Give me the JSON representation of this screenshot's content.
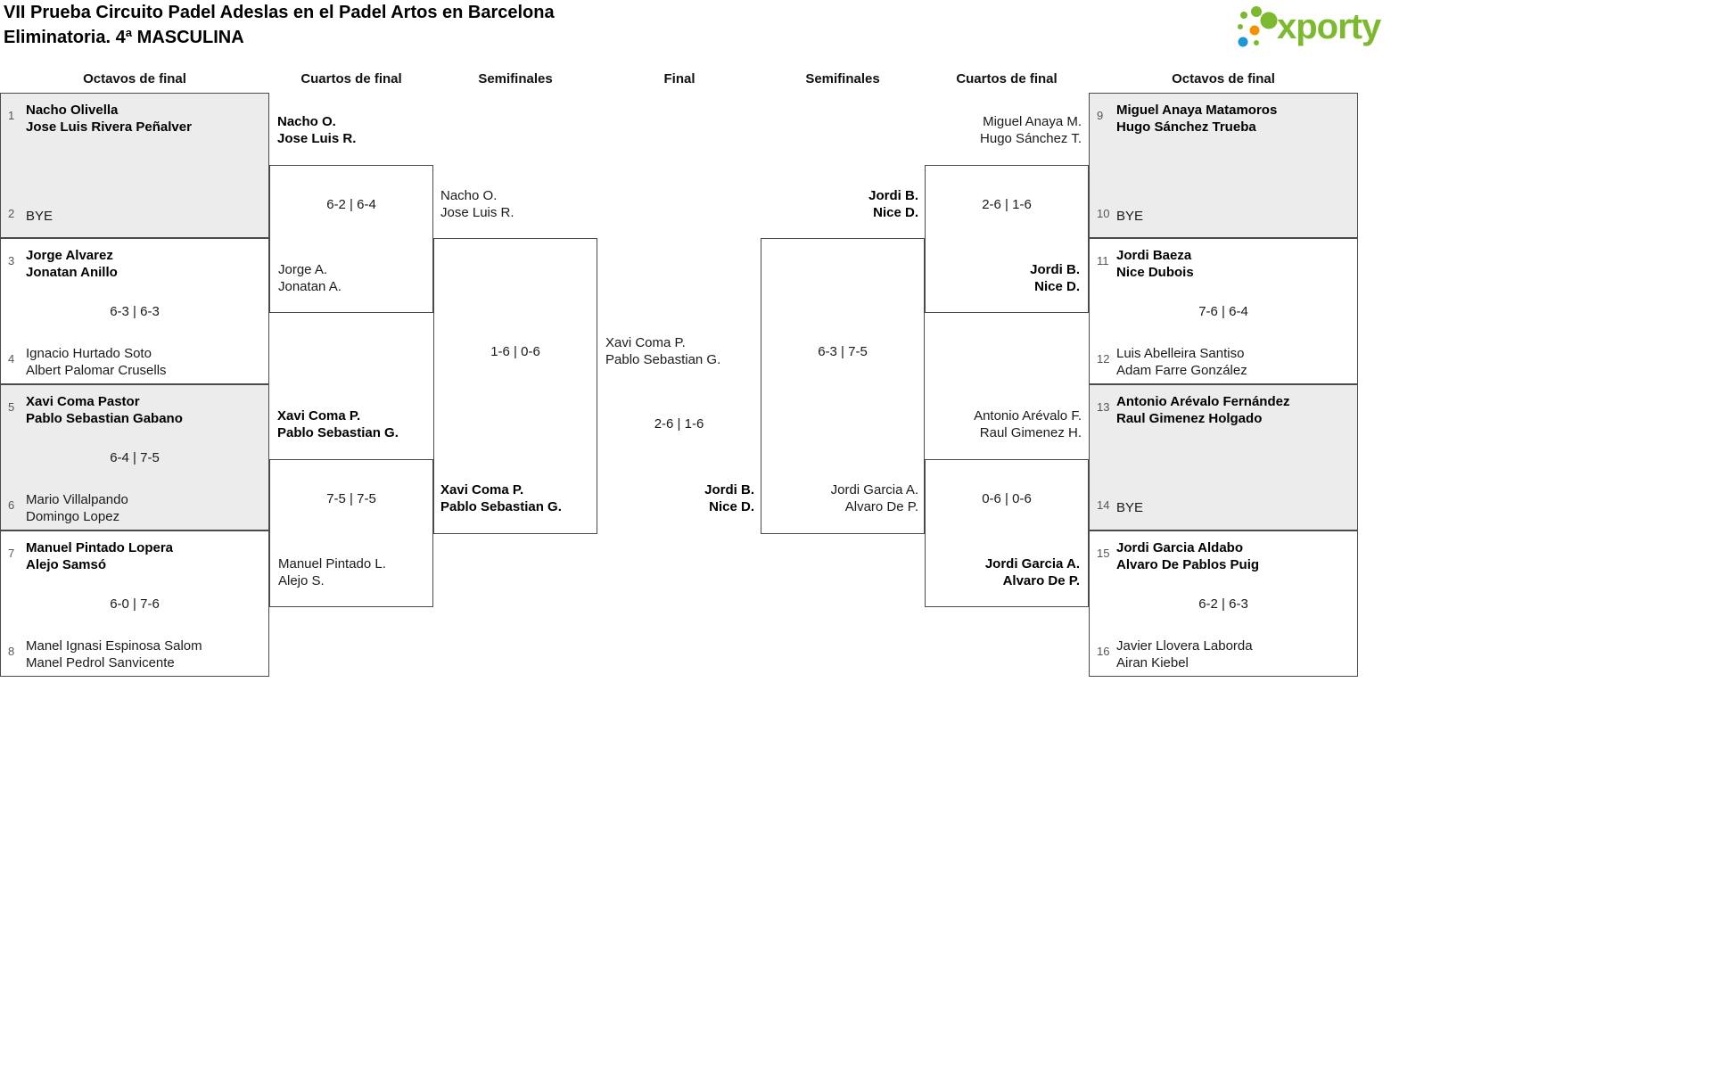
{
  "colors": {
    "accent_green": "#7cb92e",
    "accent_orange": "#f39200",
    "accent_blue": "#2196d4",
    "box_border": "#4a4a4a",
    "box_shade": "#ececec",
    "seed_gray": "#555555"
  },
  "header": {
    "title_line1": "VII Prueba Circuito Padel Adeslas en el Padel Artos en Barcelona",
    "title_line2": "Eliminatoria. 4ª MASCULINA",
    "logo_text": "xporty"
  },
  "rounds": {
    "left_r16": "Octavos de final",
    "left_qf": "Cuartos de final",
    "left_sf": "Semifinales",
    "final": "Final",
    "right_sf": "Semifinales",
    "right_qf": "Cuartos de final",
    "right_r16": "Octavos de final"
  },
  "r16_left": [
    {
      "seed_top": "1",
      "team_top": "Nacho Olivella\nJose Luis Rivera Peñalver",
      "score": "",
      "seed_bottom": "2",
      "team_bottom": "BYE"
    },
    {
      "seed_top": "3",
      "team_top": "Jorge Alvarez\nJonatan Anillo",
      "score": "6-3 | 6-3",
      "seed_bottom": "4",
      "team_bottom": "Ignacio Hurtado Soto\nAlbert Palomar Crusells"
    },
    {
      "seed_top": "5",
      "team_top": "Xavi Coma Pastor\nPablo Sebastian Gabano",
      "score": "6-4 | 7-5",
      "seed_bottom": "6",
      "team_bottom": "Mario Villalpando\nDomingo Lopez"
    },
    {
      "seed_top": "7",
      "team_top": "Manuel Pintado Lopera\nAlejo Samsó",
      "score": "6-0 | 7-6",
      "seed_bottom": "8",
      "team_bottom": "Manel Ignasi Espinosa Salom\nManel Pedrol Sanvicente"
    }
  ],
  "qf_left": [
    {
      "winner_top": "Nacho O.\nJose Luis R.",
      "score": "6-2 | 6-4",
      "loser_bottom": "Jorge A.\nJonatan A."
    },
    {
      "winner_top": "Xavi Coma P.\nPablo Sebastian G.",
      "score": "7-5 | 7-5",
      "loser_bottom": "Manuel Pintado L.\nAlejo S."
    }
  ],
  "sf_left": {
    "team_top": "Nacho O.\nJose Luis R.",
    "score": "1-6 | 0-6",
    "team_bottom": "Xavi Coma P.\nPablo Sebastian G."
  },
  "final": {
    "team_left": "Xavi Coma P.\nPablo Sebastian G.",
    "score": "2-6 | 1-6",
    "team_right": "Jordi B.\nNice D."
  },
  "sf_right": {
    "team_top": "Jordi B.\nNice D.",
    "score": "6-3 | 7-5",
    "team_bottom": "Jordi Garcia A.\nAlvaro De P."
  },
  "qf_right": [
    {
      "loser_top": "Miguel Anaya M.\nHugo Sánchez T.",
      "score": "2-6 | 1-6",
      "winner_bottom": "Jordi B.\nNice D."
    },
    {
      "loser_top": "Antonio Arévalo F.\nRaul Gimenez H.",
      "score": "0-6 | 0-6",
      "winner_bottom": "Jordi Garcia A.\nAlvaro De P."
    }
  ],
  "r16_right": [
    {
      "seed_top": "9",
      "team_top": "Miguel Anaya Matamoros\nHugo Sánchez Trueba",
      "score": "",
      "seed_bottom": "10",
      "team_bottom": "BYE"
    },
    {
      "seed_top": "11",
      "team_top": "Jordi Baeza\nNice Dubois",
      "score": "7-6 | 6-4",
      "seed_bottom": "12",
      "team_bottom": "Luis Abelleira Santiso\nAdam Farre González"
    },
    {
      "seed_top": "13",
      "team_top": "Antonio Arévalo Fernández\nRaul Gimenez Holgado",
      "score": "",
      "seed_bottom": "14",
      "team_bottom": "BYE"
    },
    {
      "seed_top": "15",
      "team_top": "Jordi Garcia Aldabo\nAlvaro De Pablos Puig",
      "score": "6-2 | 6-3",
      "seed_bottom": "16",
      "team_bottom": "Javier Llovera Laborda\nAiran Kiebel"
    }
  ]
}
